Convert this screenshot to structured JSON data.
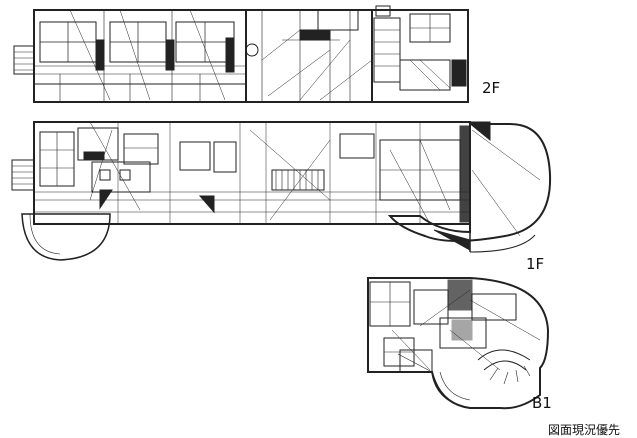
{
  "floors": [
    {
      "id": "2F",
      "label": "2F"
    },
    {
      "id": "1F",
      "label": "1F"
    },
    {
      "id": "B1",
      "label": "B1"
    }
  ],
  "note": "図面現況優先"
}
